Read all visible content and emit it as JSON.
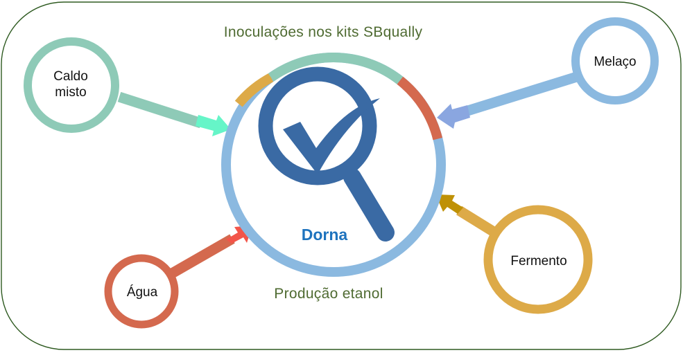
{
  "captions": {
    "top": "Inoculações nos kits SBqually",
    "bottom": "Produção etanol",
    "center": "Dorna"
  },
  "nodes": {
    "caldo": {
      "line1": "Caldo",
      "line2": "misto"
    },
    "melaco": {
      "label": "Melaço"
    },
    "agua": {
      "label": "Água"
    },
    "fermento": {
      "label": "Fermento"
    }
  },
  "icons": {
    "center": "magnifier-check-icon"
  },
  "colors": {
    "frame": "#2e5a20",
    "caption_text": "#4f6b32",
    "center_text": "#1e73be",
    "teal": "#8ecab7",
    "teal_arrow": "#66f5c8",
    "blue": "#8bb9e0",
    "blue_arrow": "#8aa6e0",
    "red": "#d4694e",
    "red_arrow": "#f2554a",
    "gold": "#ddaa48",
    "gold_arrow": "#bf9106",
    "icon_blue": "#3a6aa4"
  }
}
